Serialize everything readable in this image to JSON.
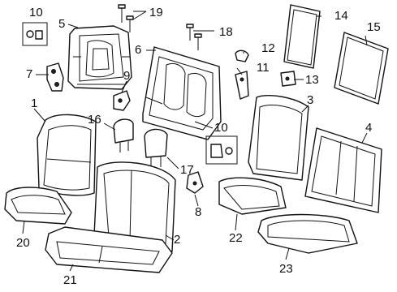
{
  "callouts": {
    "c1": "1",
    "c2": "2",
    "c3": "3",
    "c4": "4",
    "c5": "5",
    "c6": "6",
    "c7": "7",
    "c8": "8",
    "c9": "9",
    "c10a": "10",
    "c10b": "10",
    "c11": "11",
    "c12": "12",
    "c13": "13",
    "c14": "14",
    "c15": "15",
    "c16": "16",
    "c17": "17",
    "c18": "18",
    "c19": "19",
    "c20": "20",
    "c21": "21",
    "c22": "22",
    "c23": "23"
  }
}
